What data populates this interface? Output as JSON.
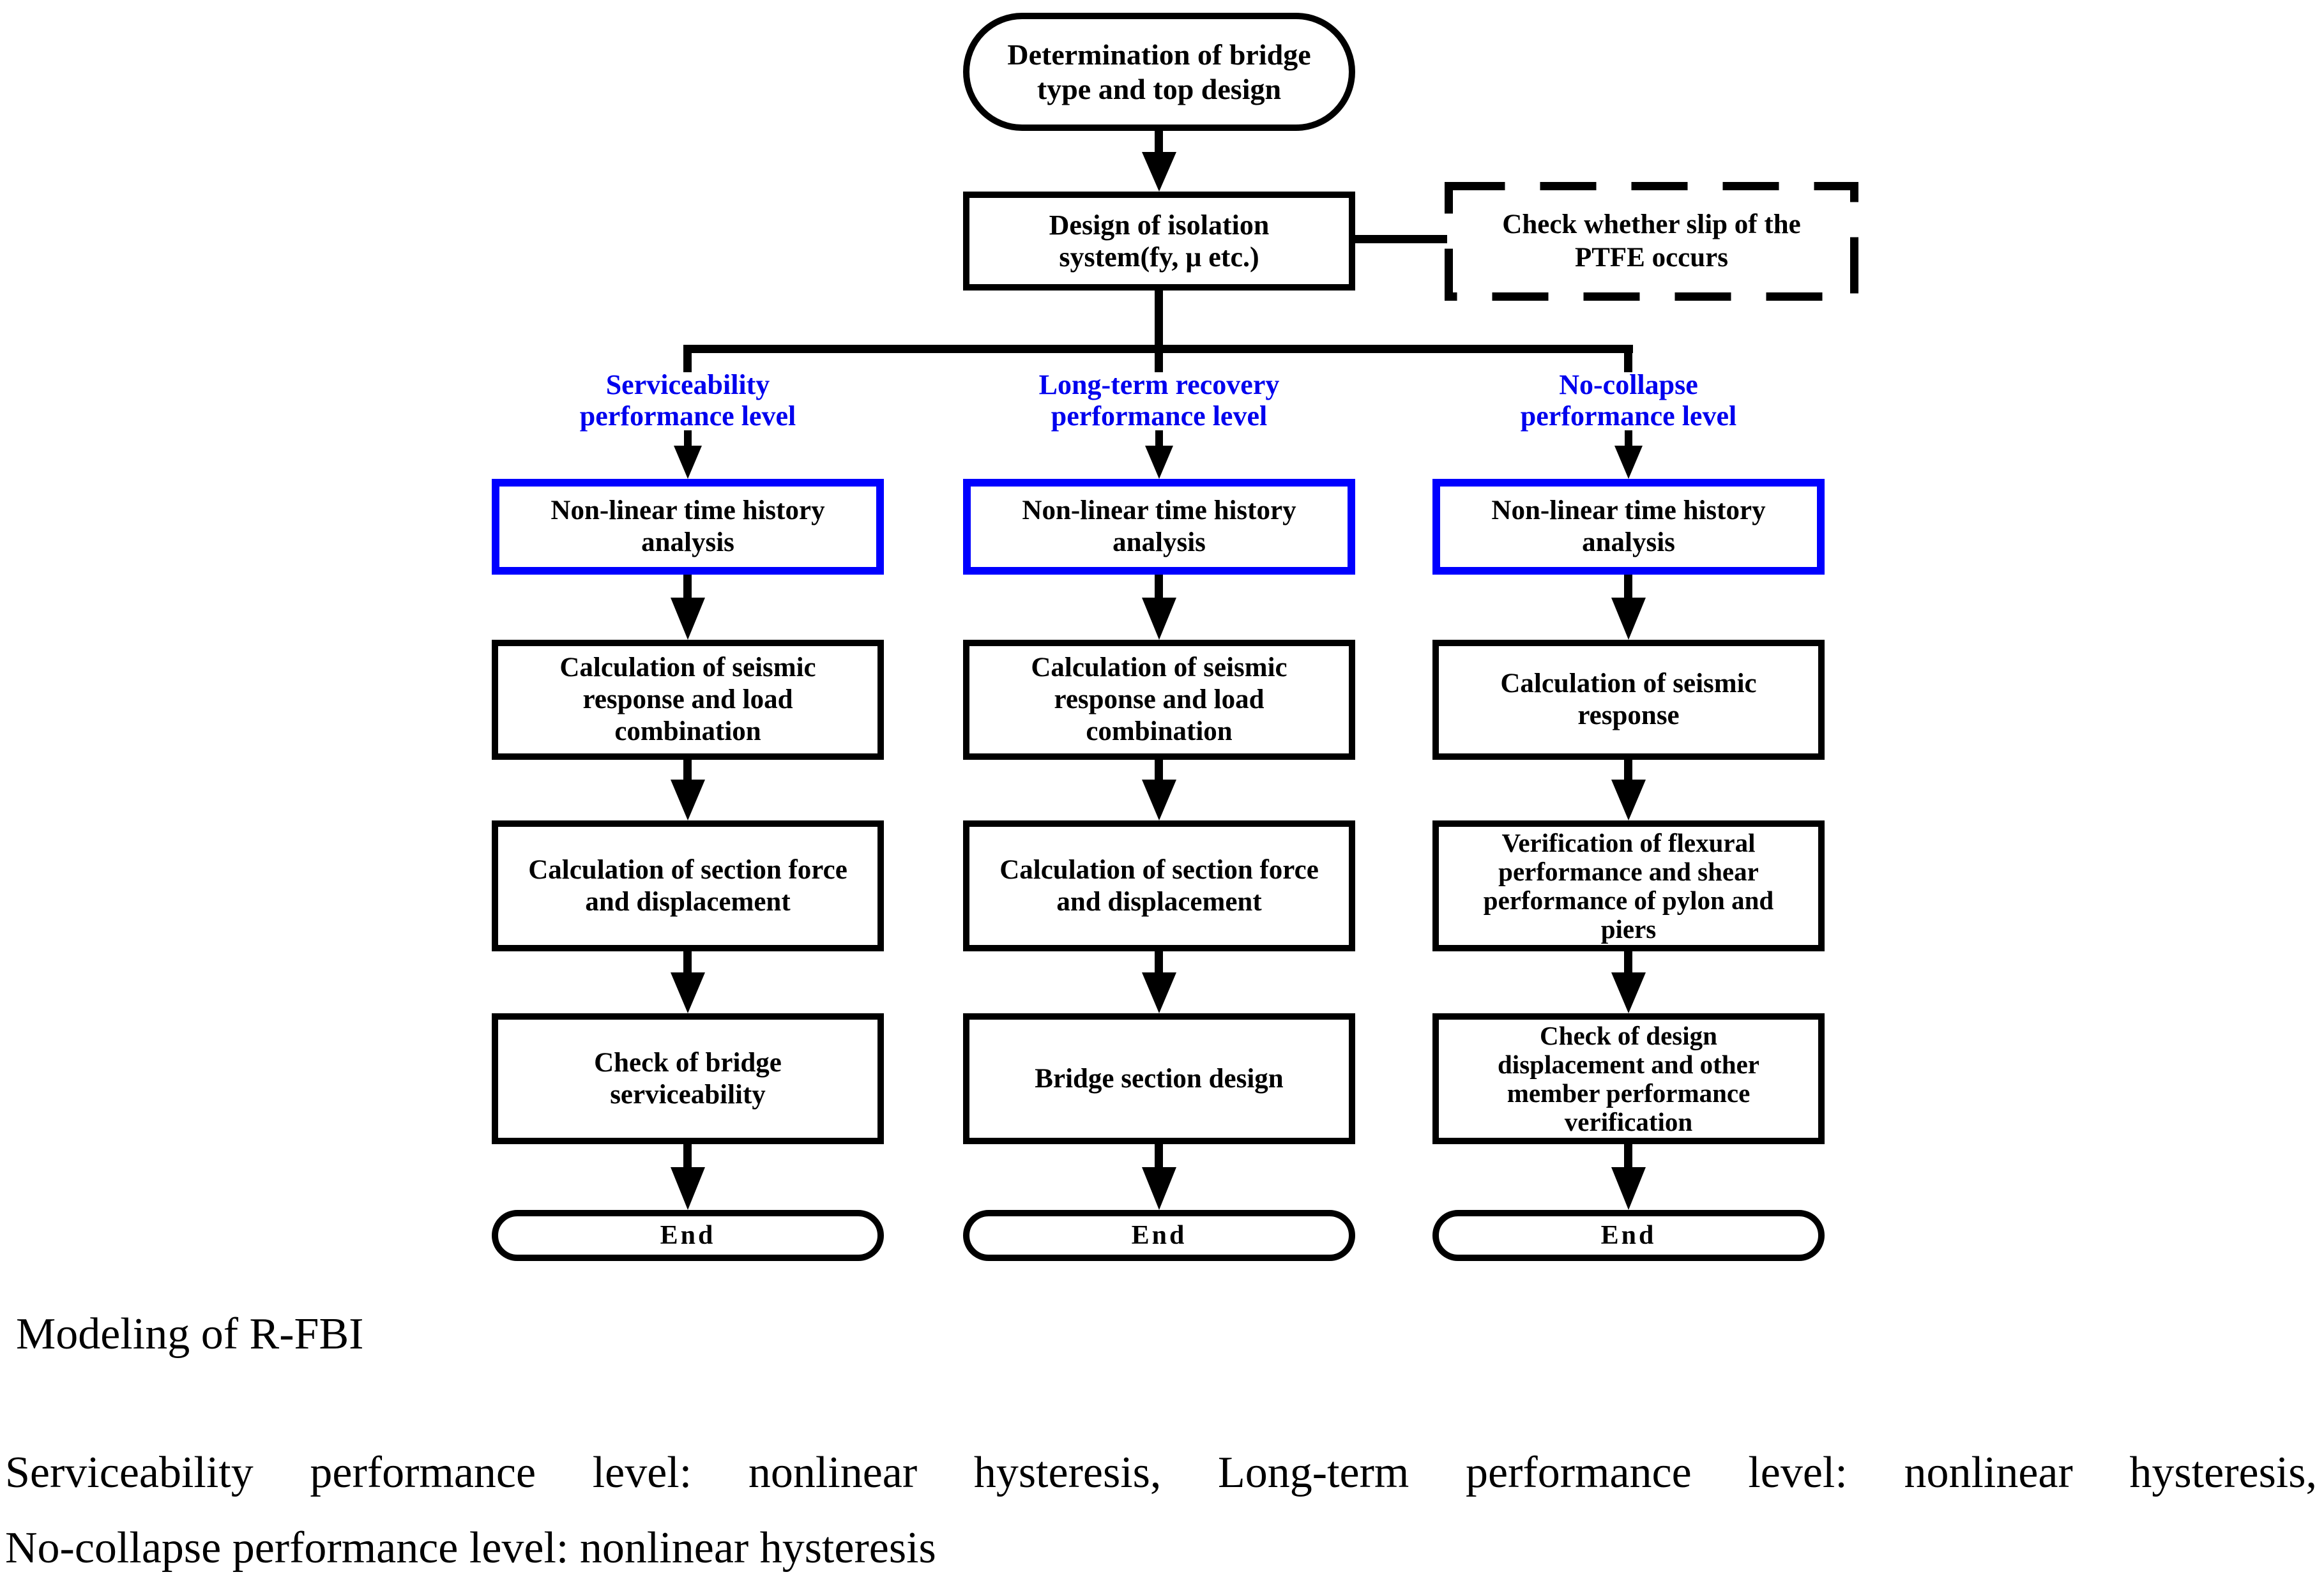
{
  "colors": {
    "accent_blue_border": "#0000FF",
    "label_blue_text": "#0000EE",
    "line_black": "#000000",
    "background": "#FFFFFF"
  },
  "flowchart": {
    "start": "Determination of bridge\ntype and top design",
    "isolation_design": "Design of isolation\nsystem(fy, μ etc.)",
    "slip_check": "Check whether slip of the\nPTFE occurs",
    "columns": [
      {
        "label": "Serviceability\nperformance level",
        "steps": [
          "Non-linear time history\nanalysis",
          "Calculation of seismic\nresponse and load\ncombination",
          "Calculation of section force\nand displacement",
          "Check of bridge\nserviceability"
        ],
        "terminator": "End"
      },
      {
        "label": "Long-term recovery\nperformance level",
        "steps": [
          "Non-linear time history\nanalysis",
          "Calculation of seismic\nresponse and load\ncombination",
          "Calculation of section force\nand displacement",
          "Bridge section design"
        ],
        "terminator": "End"
      },
      {
        "label": "No-collapse\nperformance level",
        "steps": [
          "Non-linear time history\nanalysis",
          "Calculation of seismic\nresponse",
          "Verification of flexural\nperformance and shear\nperformance of pylon and\npiers",
          "Check of design\ndisplacement and other\nmember performance\nverification"
        ],
        "terminator": "End"
      }
    ]
  },
  "notes": {
    "modeling": "Modeling of R-FBI",
    "hysteresis_line1": "Serviceability performance level: nonlinear hysteresis, Long-term performance level: nonlinear hysteresis,",
    "hysteresis_line2": "No-collapse performance level: nonlinear hysteresis"
  }
}
